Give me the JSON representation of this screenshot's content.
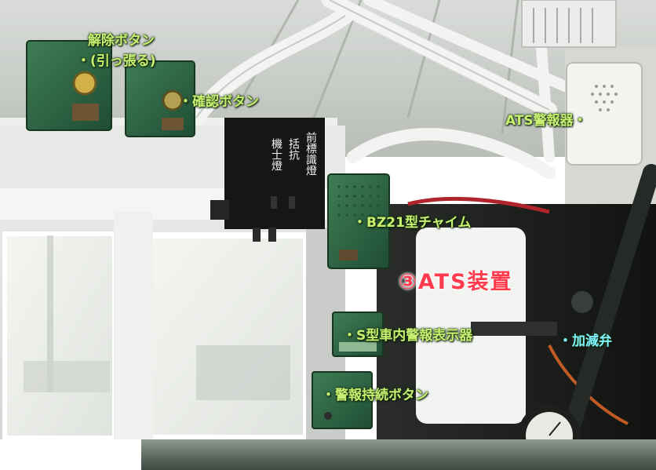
{
  "labels": {
    "release_button": "解除ボタン",
    "release_button_note": "・(引っ張る)",
    "confirm_button": "・確認ボタン",
    "ats_alarm": "ATS警報器・",
    "bz21_chime": "・BZ21型チャイム",
    "ats_device": "③ATS装置",
    "s_type_indicator": "・S型車内警報表示器",
    "throttle_valve": "・加減弁",
    "alarm_continue_button": "・警報持続ボタン"
  },
  "panel_text": {
    "col_right": "前標識燈",
    "col_middle": "括抗",
    "col_left": "機士燈"
  },
  "colors": {
    "label_green": "#c8f070",
    "label_cyan": "#7ff3ff",
    "label_red": "#ff3b4d",
    "box_green": "#2f6a45",
    "panel_black": "#161616"
  }
}
